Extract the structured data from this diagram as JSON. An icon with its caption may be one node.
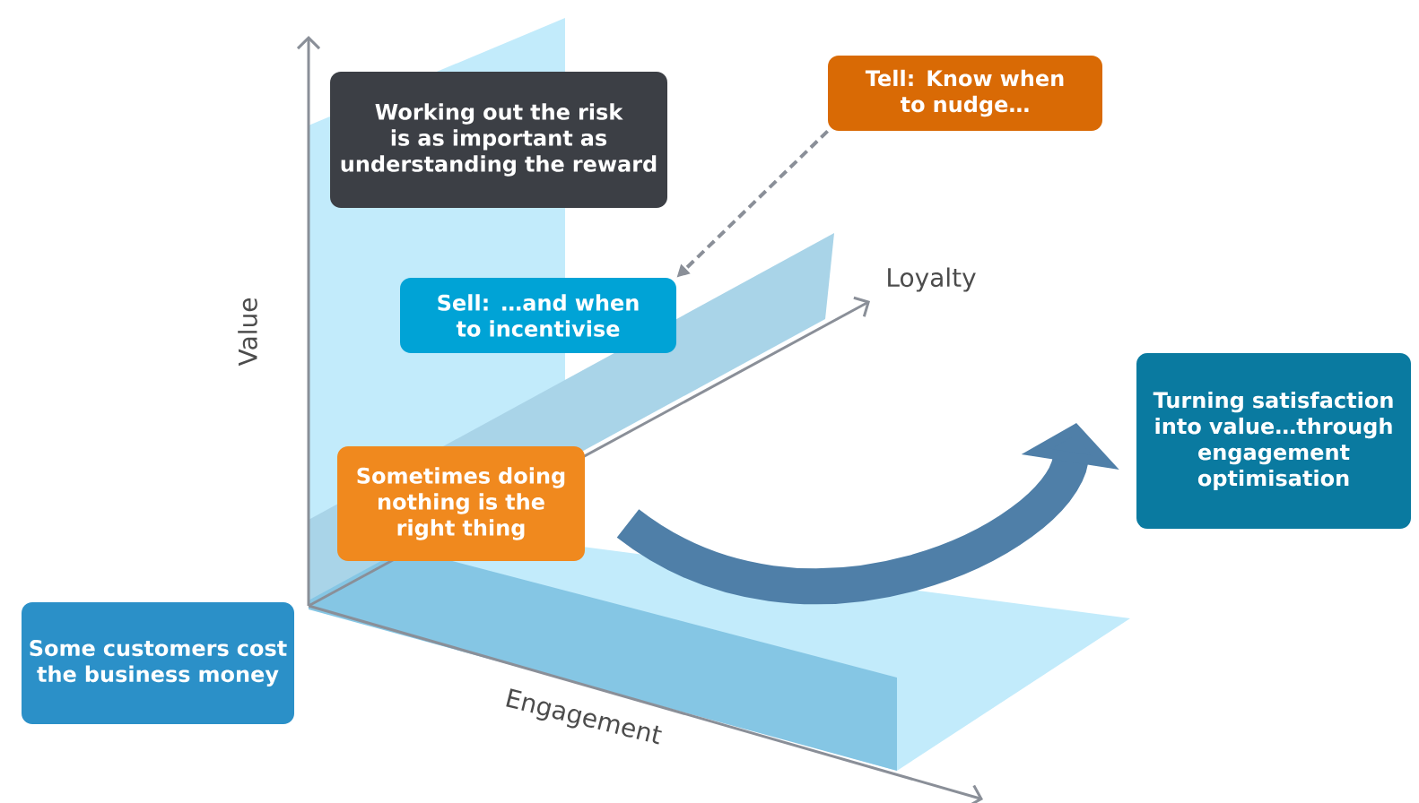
{
  "diagram": {
    "nodes": [
      {
        "text": [
          "Working out the risk is as important as understanding the reward"
        ]
      },
      {
        "text": [
          "Tell: Know when to nudge…"
        ]
      },
      {
        "text": [
          "Sell: …and when to incentivise"
        ]
      },
      {
        "text": [
          "Sometimes doing nothing is the right thing"
        ]
      },
      {
        "text": [
          "Turning satisfaction into value…through engagement optimisation"
        ]
      },
      {
        "text": [
          "Some customers cost the business money"
        ]
      }
    ],
    "edges": [
      {
        "from": 1,
        "to": 2,
        "arrow": "to",
        "style": "dashed"
      },
      {
        "from": null,
        "to": 4,
        "arrow": "to",
        "style": "thick",
        "color": "#4f7fa8"
      }
    ],
    "labels": [
      "Value",
      "Loyalty",
      "Engagement"
    ]
  }
}
